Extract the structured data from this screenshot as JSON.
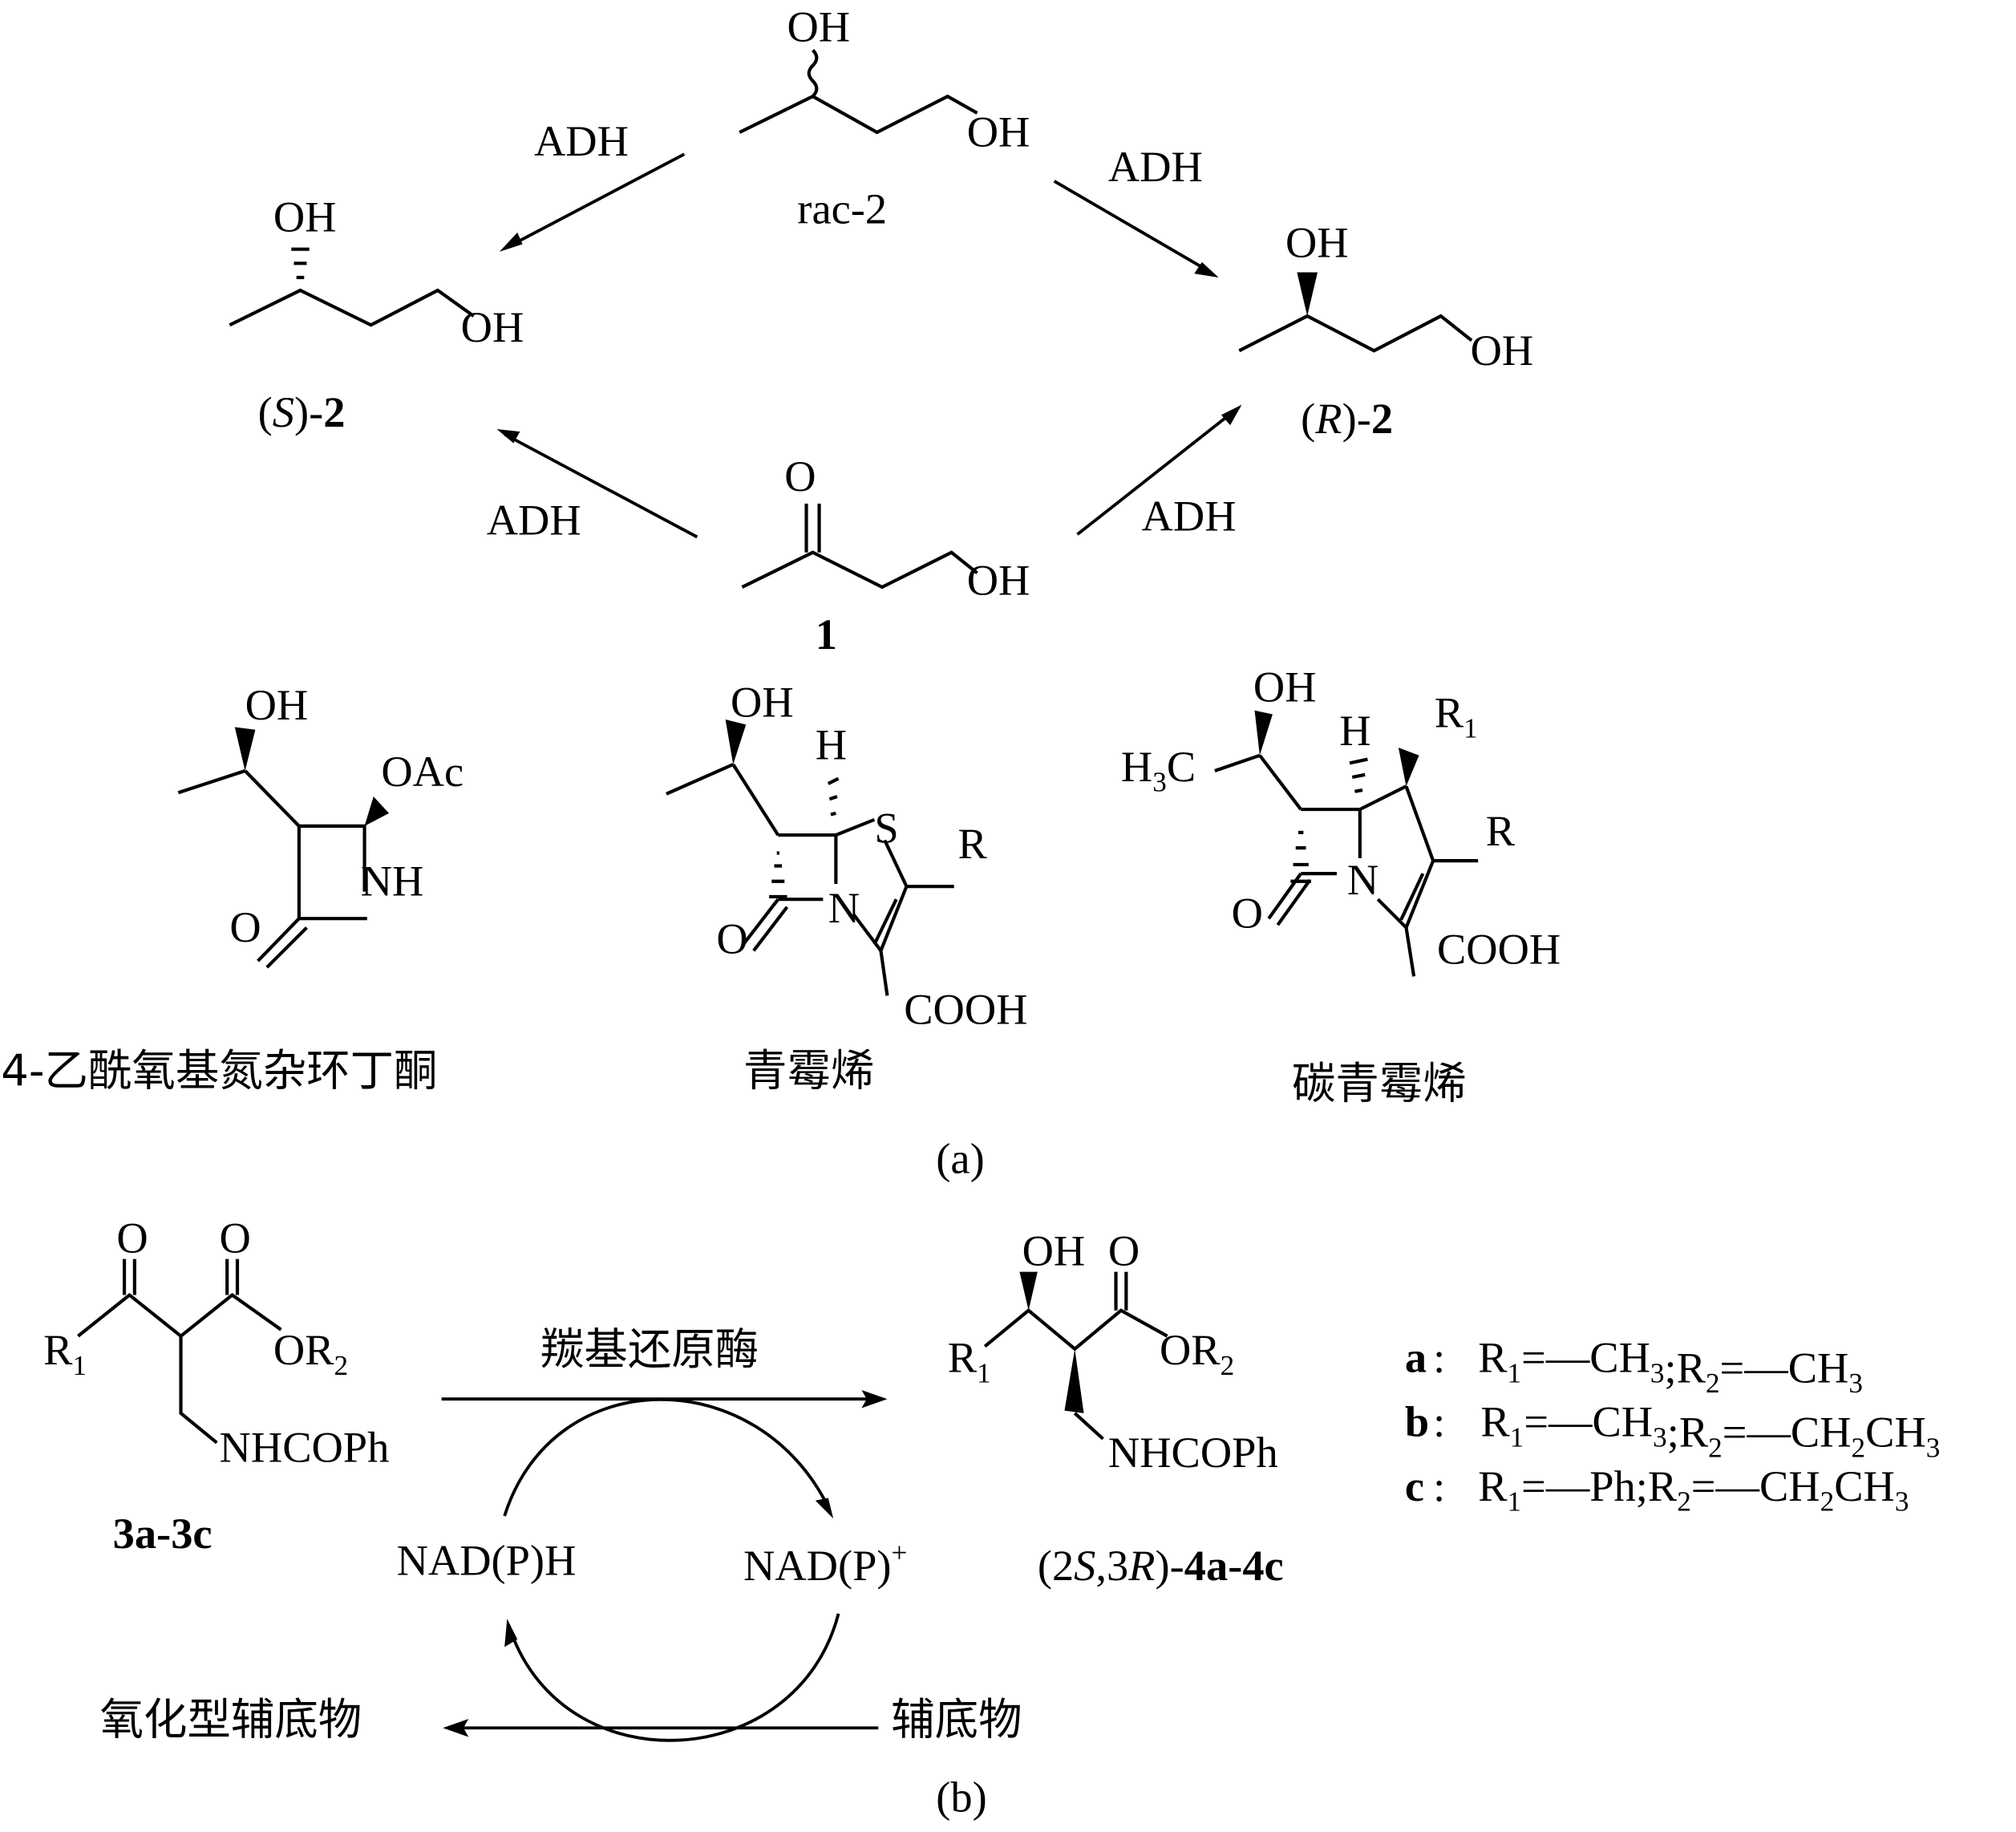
{
  "panel_a": {
    "caption": "(a)",
    "enzyme_label": "ADH",
    "rac2": {
      "label": "rac-2",
      "oh_top": "OH",
      "oh_end": "OH"
    },
    "s2": {
      "label_open": "(",
      "label_stereo": "S",
      "label_close": ")-",
      "label_num": "2",
      "oh_top": "OH",
      "oh_end": "OH"
    },
    "r2": {
      "label_open": "(",
      "label_stereo": "R",
      "label_close": ")-",
      "label_num": "2",
      "oh_top": "OH",
      "oh_end": "OH"
    },
    "compound1": {
      "label": "1",
      "o_top": "O",
      "oh_end": "OH"
    },
    "azetidinone": {
      "name": "4-乙酰氧基氮杂环丁酮",
      "oh": "OH",
      "oac": "OAc",
      "nh": "NH",
      "o": "O"
    },
    "penem": {
      "name": "青霉烯",
      "oh": "OH",
      "h": "H",
      "s": "S",
      "r": "R",
      "n": "N",
      "o": "O",
      "cooh": "COOH"
    },
    "carbapenem": {
      "name": "碳青霉烯",
      "oh": "OH",
      "h3c_h": "H",
      "h3c_3": "3",
      "h3c_c": "C",
      "h": "H",
      "r1_r": "R",
      "r1_1": "1",
      "r": "R",
      "n": "N",
      "o": "O",
      "cooh": "COOH"
    }
  },
  "panel_b": {
    "caption": "(b)",
    "enzyme_label": "羰基还原酶",
    "substrate": {
      "label": "3a-3c",
      "o1": "O",
      "o2": "O",
      "r1_r": "R",
      "r1_1": "1",
      "or2_or": "OR",
      "or2_2": "2",
      "nhcoph": "NHCOPh"
    },
    "product": {
      "label_open": "(2",
      "label_s": "S",
      "label_mid": ",3",
      "label_r": "R",
      "label_close": ")-",
      "label_num": "4a-4c",
      "oh": "OH",
      "o": "O",
      "r1_r": "R",
      "r1_1": "1",
      "or2_or": "OR",
      "or2_2": "2",
      "nhcoph": "NHCOPh"
    },
    "cofactor_reduced": "NAD(P)H",
    "cofactor_oxidized": "NAD(P)",
    "cofactor_oxidized_charge": "+",
    "cosubstrate": "辅底物",
    "oxidized_cosubstrate": "氧化型辅底物",
    "variants": [
      {
        "key": "a",
        "r1": "CH3",
        "r2": "CH3"
      },
      {
        "key": "b",
        "r1": "CH3",
        "r2": "CH2CH3"
      },
      {
        "key": "c",
        "r1": "Ph",
        "r2": "CH2CH3"
      }
    ]
  }
}
